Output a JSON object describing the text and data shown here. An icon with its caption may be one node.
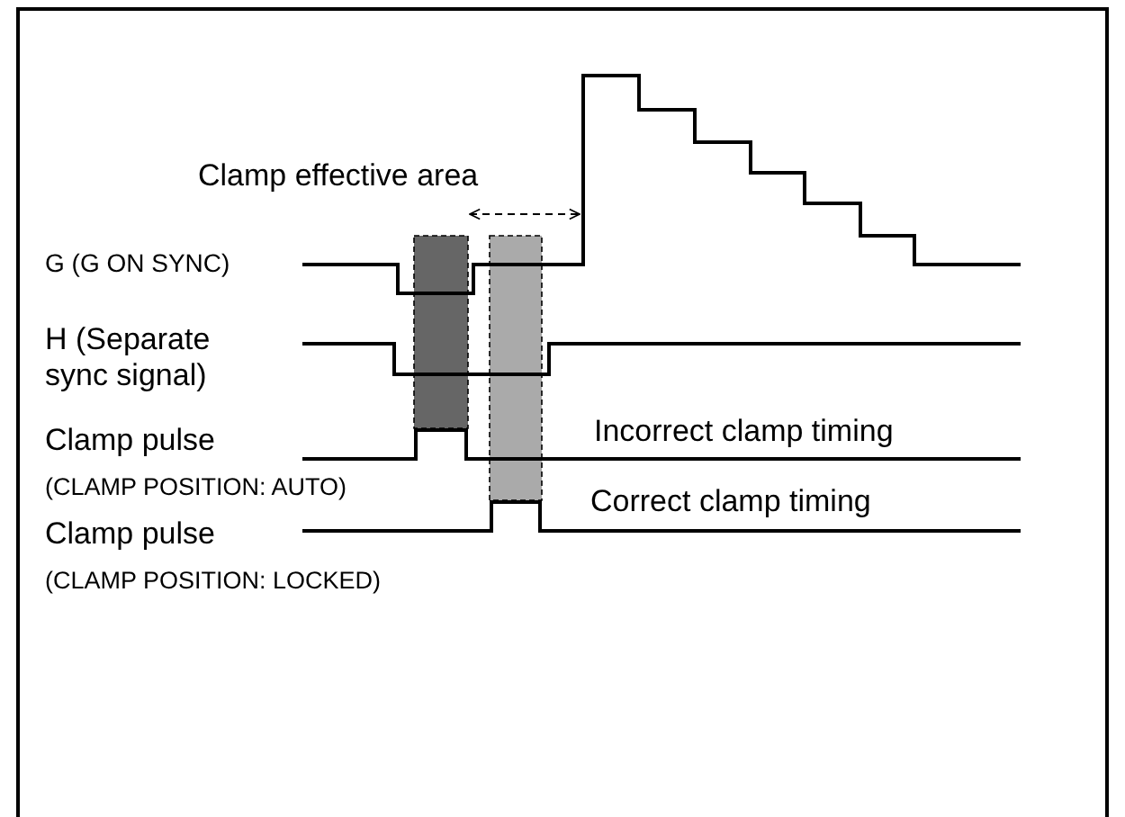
{
  "diagram": {
    "labels": [
      "Clamp effective area",
      "G (G ON SYNC)",
      "H (Separate sync signal)",
      "Clamp pulse",
      "Incorrect clamp timing",
      "(CLAMP POSITION: AUTO)",
      "Correct clamp timing",
      "Clamp pulse",
      "(CLAMP POSITION: LOCKED)"
    ]
  }
}
